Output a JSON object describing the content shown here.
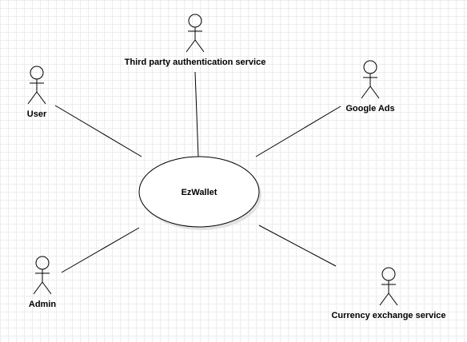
{
  "diagram": {
    "system": {
      "label": "EzWallet"
    },
    "actors": [
      {
        "id": "user",
        "label": "User"
      },
      {
        "id": "third-party-auth",
        "label": "Third party authentication service"
      },
      {
        "id": "google-ads",
        "label": "Google Ads"
      },
      {
        "id": "admin",
        "label": "Admin"
      },
      {
        "id": "currency-exchange",
        "label": "Currency exchange service"
      }
    ]
  }
}
